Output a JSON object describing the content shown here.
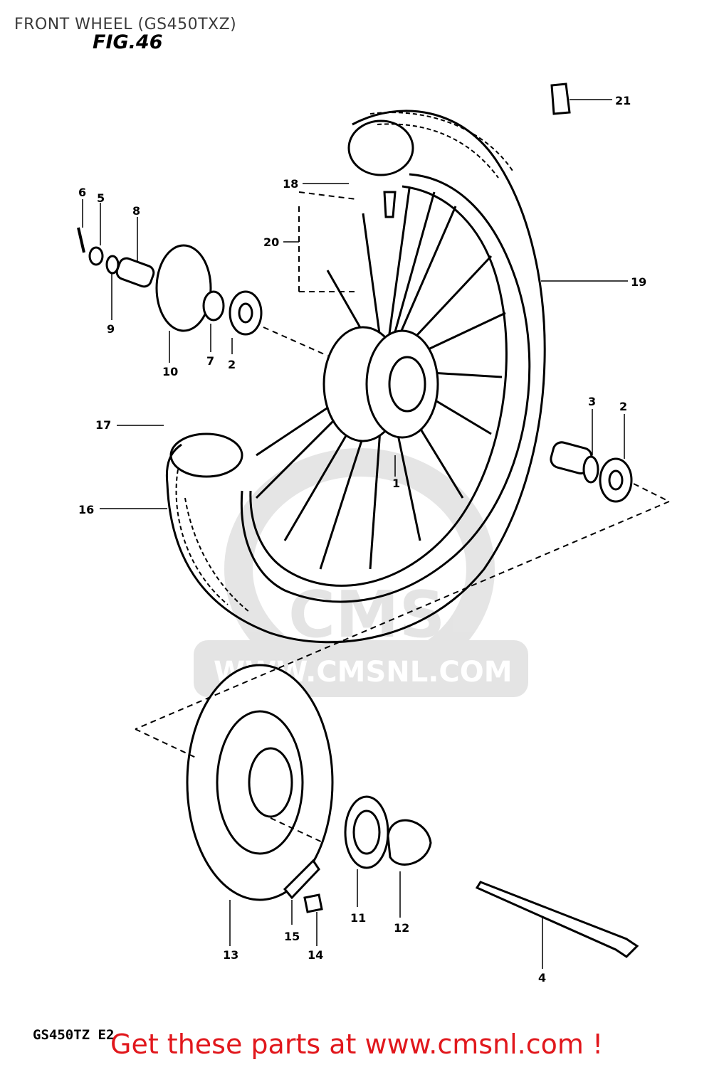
{
  "title": "FRONT WHEEL (GS450TXZ)",
  "fig_label": "FIG.46",
  "model_code": "GS450TZ E2",
  "cta": "Get these parts at www.cmsnl.com !",
  "watermark": {
    "logo_text": "CMS",
    "url_text": "WWW.CMSNL.COM"
  },
  "colors": {
    "cta": "#e1171c",
    "ink": "#000000",
    "watermark": "#d9d9d9"
  },
  "callouts": [
    {
      "number": "1"
    },
    {
      "number": "2"
    },
    {
      "number": "2"
    },
    {
      "number": "3"
    },
    {
      "number": "4"
    },
    {
      "number": "5"
    },
    {
      "number": "6"
    },
    {
      "number": "7"
    },
    {
      "number": "8"
    },
    {
      "number": "9"
    },
    {
      "number": "10"
    },
    {
      "number": "11"
    },
    {
      "number": "12"
    },
    {
      "number": "13"
    },
    {
      "number": "14"
    },
    {
      "number": "15"
    },
    {
      "number": "16"
    },
    {
      "number": "17"
    },
    {
      "number": "18"
    },
    {
      "number": "19"
    },
    {
      "number": "20"
    },
    {
      "number": "21"
    }
  ]
}
